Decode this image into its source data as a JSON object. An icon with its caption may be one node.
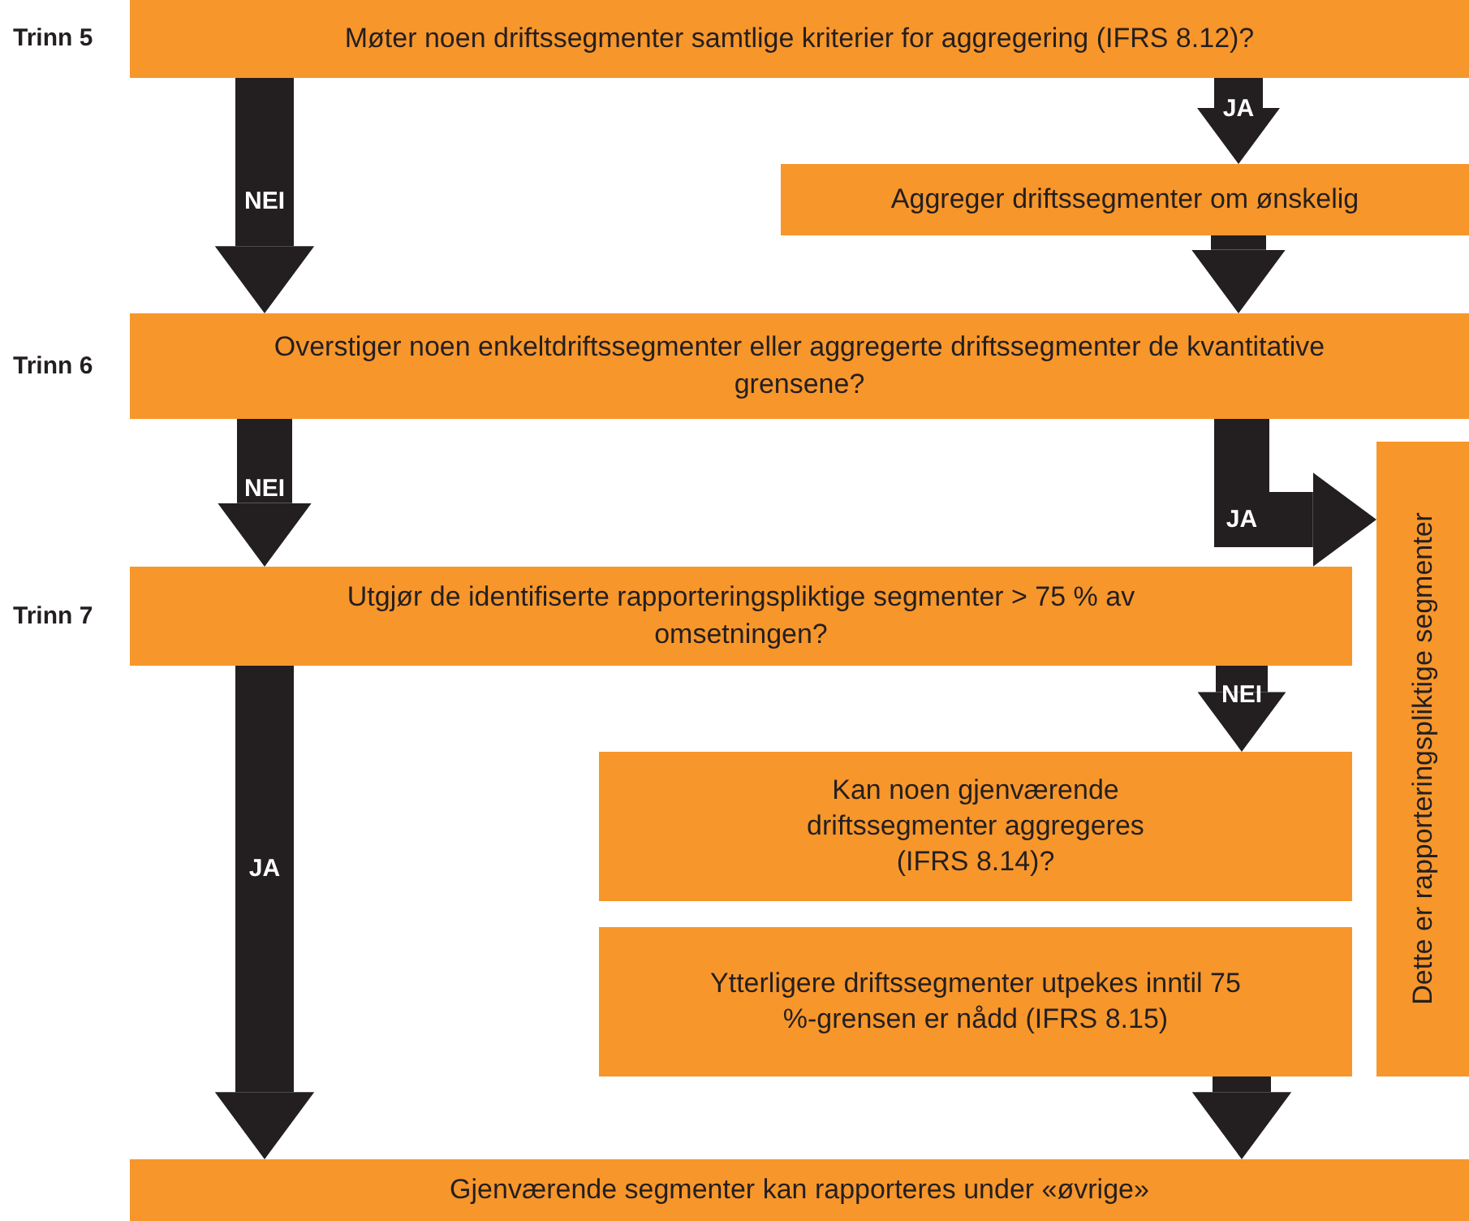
{
  "diagram": {
    "nodes": [
      {
        "text": [
          "Møter noen driftssegmenter samtlige kriterier for aggregering (IFRS 8.12)?"
        ],
        "beside": [
          "Trinn 5"
        ]
      },
      {
        "text": [
          "Aggreger driftssegmenter om ønskelig"
        ]
      },
      {
        "text": [
          "Overstiger noen enkeltdriftssegmenter eller aggregerte driftssegmenter de kvantitative grensene?"
        ],
        "beside": [
          "Trinn 6"
        ]
      },
      {
        "text": [
          "Dette er rapporteringspliktige segmenter"
        ]
      },
      {
        "text": [
          "Utgjør de identifiserte rapporteringspliktige segmenter > 75 % av omsetningen?"
        ],
        "beside": [
          "Trinn 7"
        ]
      },
      {
        "text": [
          "Kan noen gjenværende driftssegmenter aggregeres (IFRS 8.14)?"
        ]
      },
      {
        "text": [
          "Ytterligere driftssegmenter utpekes inntil 75 %-grensen er nådd (IFRS 8.15)"
        ]
      },
      {
        "text": [
          "Gjenværende segmenter kan rapporteres under «øvrige»"
        ]
      }
    ],
    "edges": [
      {
        "from": 0,
        "to": 2,
        "arrow": "to",
        "label": "NEI"
      },
      {
        "from": 0,
        "to": 1,
        "arrow": "to",
        "label": "JA"
      },
      {
        "from": 1,
        "to": 2,
        "arrow": "to"
      },
      {
        "from": 2,
        "to": 4,
        "arrow": "to",
        "label": "NEI"
      },
      {
        "from": 2,
        "to": 3,
        "arrow": "to",
        "label": "JA"
      },
      {
        "from": 4,
        "to": 7,
        "arrow": "to",
        "label": "JA"
      },
      {
        "from": 4,
        "to": 5,
        "arrow": "to",
        "label": "NEI"
      },
      {
        "from": 6,
        "to": 7,
        "arrow": "to"
      }
    ]
  }
}
